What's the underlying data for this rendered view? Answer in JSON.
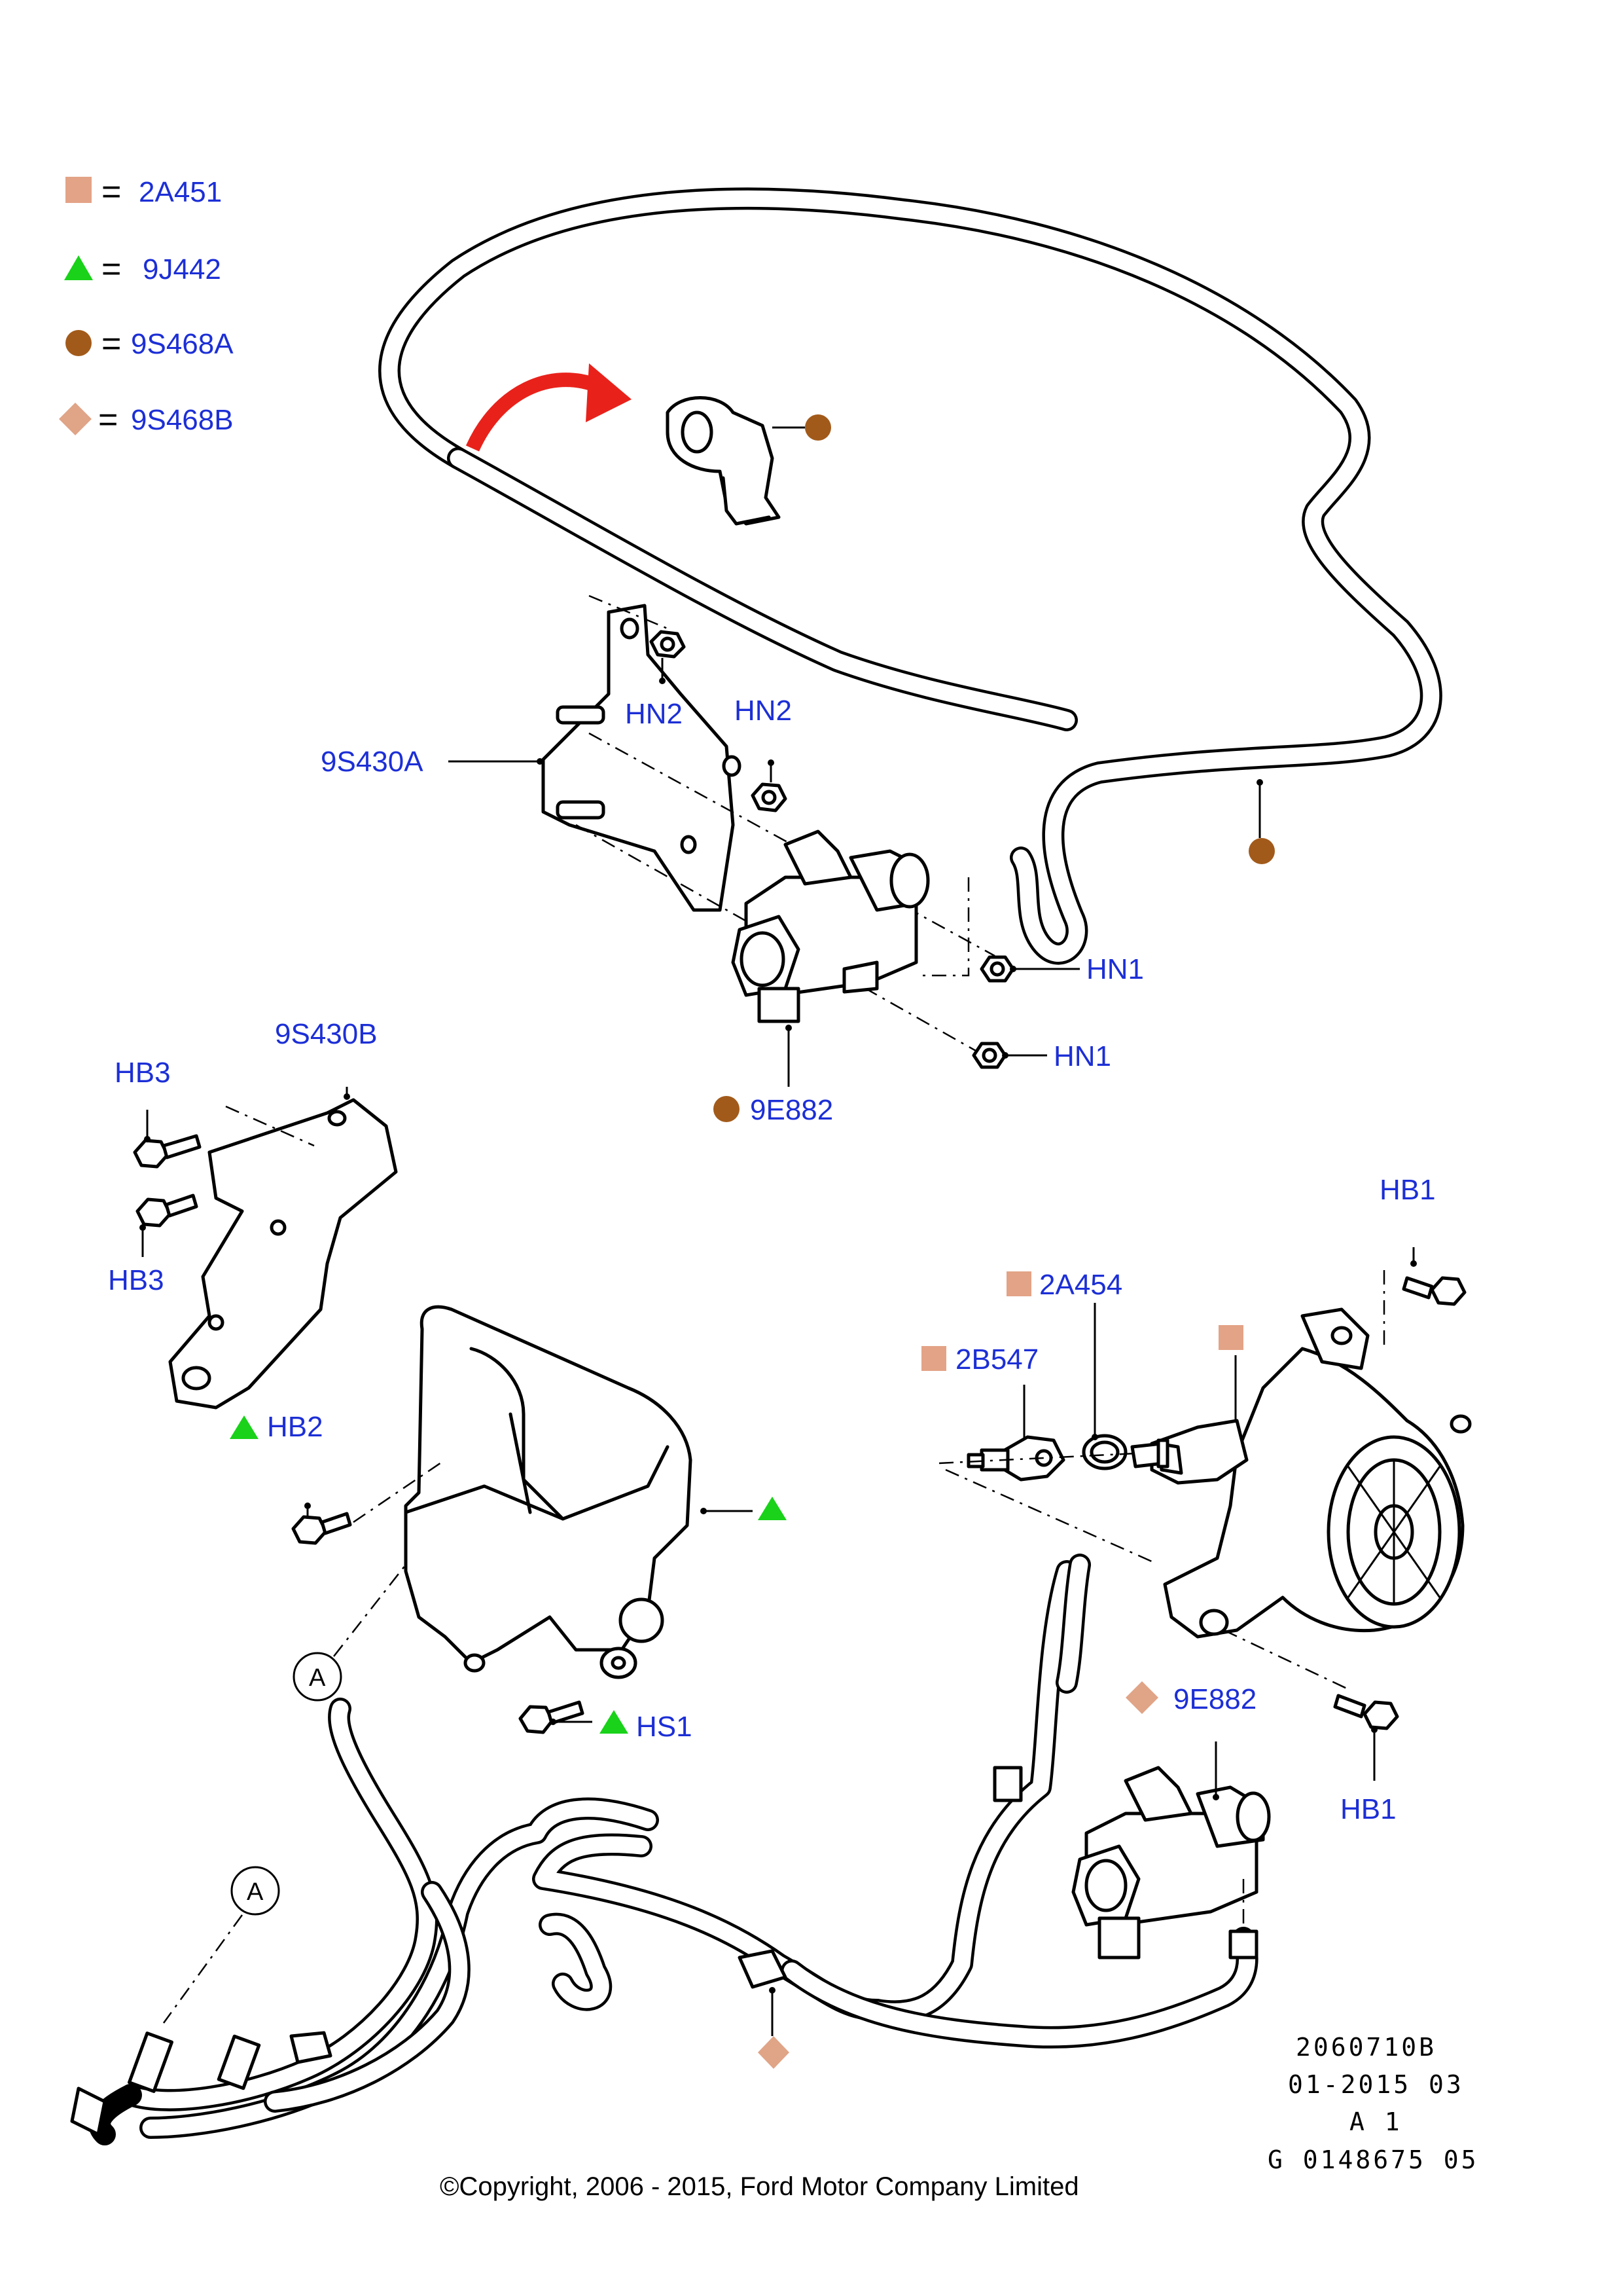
{
  "colors": {
    "label_blue": "#1c2fd6",
    "square_salmon": "#e3a386",
    "triangle_green": "#19d219",
    "circle_brown": "#a25a1a",
    "diamond_salmon": "#e0a487",
    "arrow_red": "#e8221b"
  },
  "legend": {
    "square": "2A451",
    "triangle": "9J442",
    "circle": "9S468A",
    "diamond": "9S468B",
    "equals": "="
  },
  "labels": {
    "hn2_left": "HN2",
    "hn2_right": "HN2",
    "bracket_a": "9S430A",
    "hn1_upper": "HN1",
    "hn1_lower": "HN1",
    "solenoid_top": "9E882",
    "bracket_b": "9S430B",
    "hb3_upper": "HB3",
    "hb3_lower": "HB3",
    "hb1_upper": "HB1",
    "sensor_2a454": "2A454",
    "sensor_2b547": "2B547",
    "hb2": "HB2",
    "hs1": "HS1",
    "solenoid_bottom": "9E882",
    "hb1_lower": "HB1",
    "ref_circle_a1": "A",
    "ref_circle_a2": "A"
  },
  "meta": {
    "line1": "2060710B",
    "line2": "01-2015 03",
    "line3": "A 1",
    "line4": "G 0148675 05"
  },
  "copyright": "©Copyright, 2006 - 2015, Ford Motor Company Limited"
}
